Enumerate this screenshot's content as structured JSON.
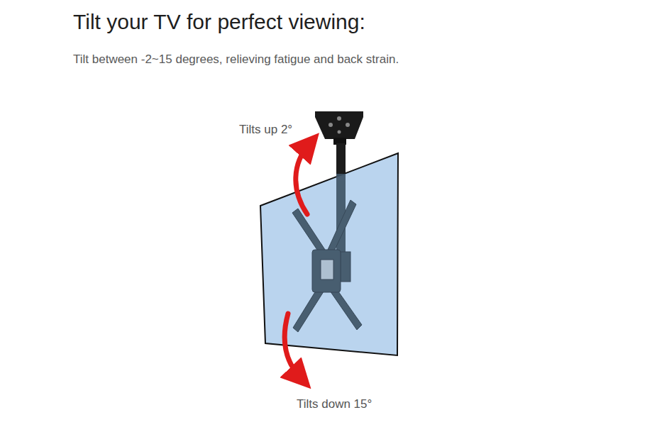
{
  "diagram": {
    "title": "Tilt your TV for perfect viewing:",
    "labels": [
      "Tilt between -2~15 degrees, relieving fatigue and back strain.",
      "Tilts up 2°",
      "Tilts down 15°"
    ]
  }
}
